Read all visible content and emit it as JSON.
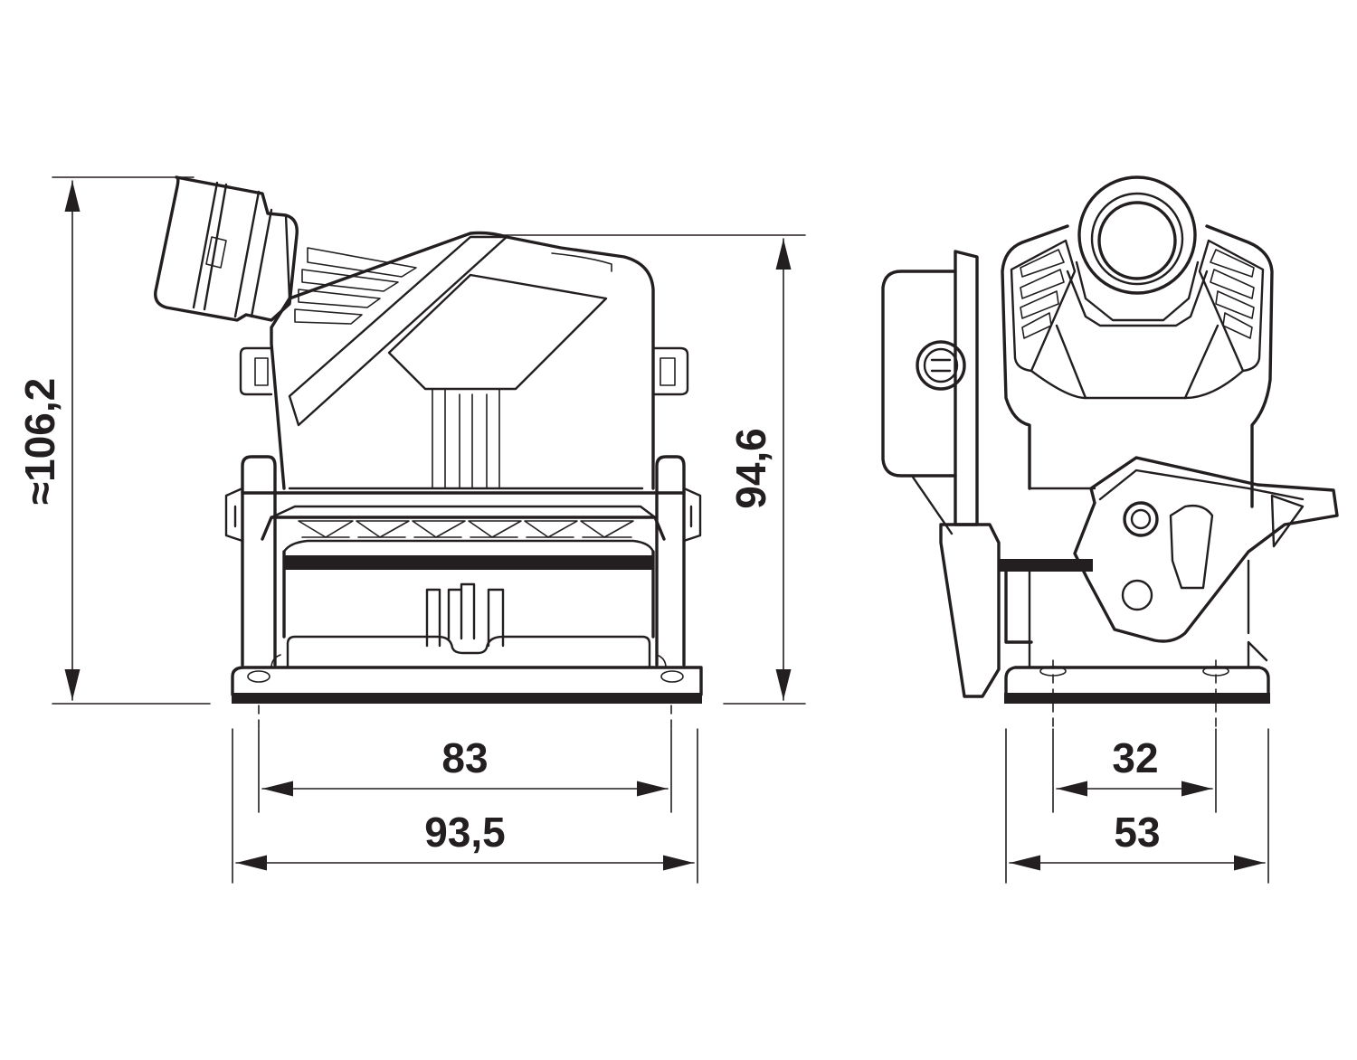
{
  "drawing": {
    "dimensions": {
      "overall_height": "≈106,2",
      "body_height": "94,6",
      "hole_spacing_front": "83",
      "base_width_front": "93,5",
      "hole_spacing_side": "32",
      "base_width_side": "53"
    },
    "colors": {
      "line": "#231f20",
      "background": "#ffffff"
    }
  }
}
